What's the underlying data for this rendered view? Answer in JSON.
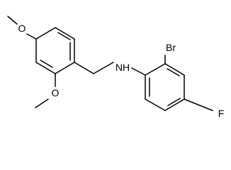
{
  "molecule": {
    "atom_labels": {
      "methoxy_top": "O",
      "methoxy_bottom": "O",
      "amine": "NH",
      "bromo": "Br",
      "fluoro": "F"
    }
  }
}
